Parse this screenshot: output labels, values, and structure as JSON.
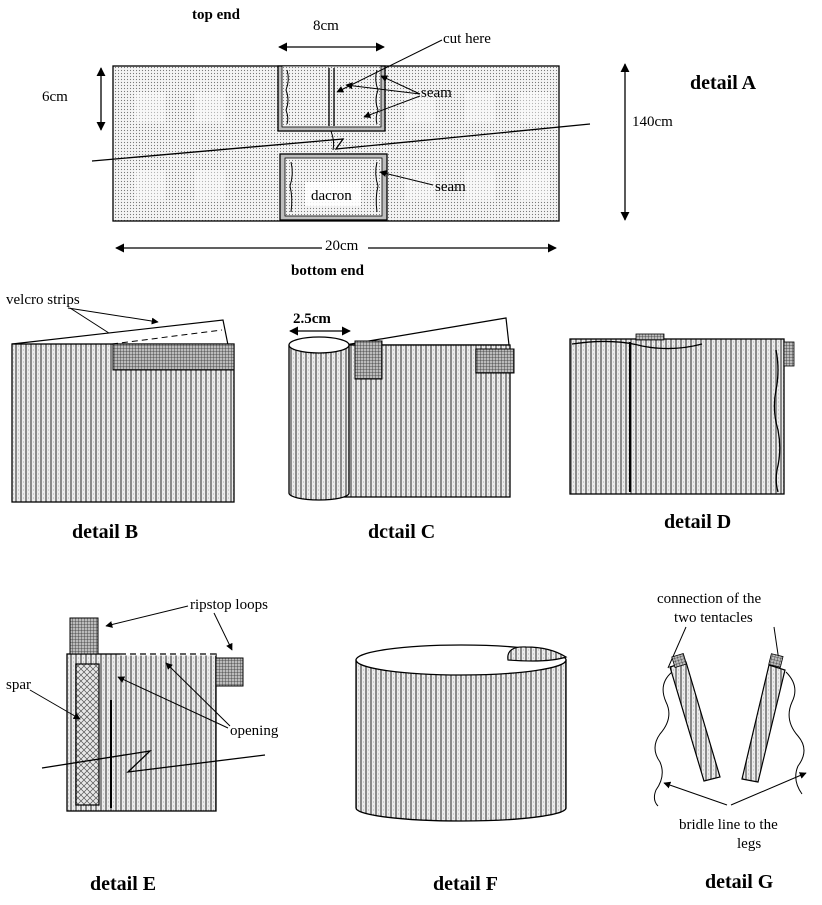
{
  "detail_a": {
    "top_label": "top end",
    "bottom_label": "bottom end",
    "dim_8": "8cm",
    "dim_6": "6cm",
    "dim_140": "140cm",
    "dim_20": "20cm",
    "cut_here": "cut here",
    "seam_1": "seam",
    "seam_2": "seam",
    "dacron": "dacron",
    "caption": "detail A"
  },
  "detail_b": {
    "velcro": "velcro strips",
    "caption": "detail B"
  },
  "detail_c": {
    "dim": "2.5cm",
    "caption": "dctail C"
  },
  "detail_d": {
    "caption": "detail D"
  },
  "detail_e": {
    "loops": "ripstop loops",
    "spar": "spar",
    "opening": "opening",
    "caption": "detail E"
  },
  "detail_f": {
    "caption": "detail F"
  },
  "detail_g": {
    "connection_1": "connection of the",
    "connection_2": "two tentacles",
    "bridle_1": "bridle line to the",
    "bridle_2": "legs",
    "caption": "detail G"
  },
  "colors": {
    "ink": "#000000",
    "fabric_tint": "#dcdcdc",
    "loop_dark": "#4a4a4a"
  }
}
